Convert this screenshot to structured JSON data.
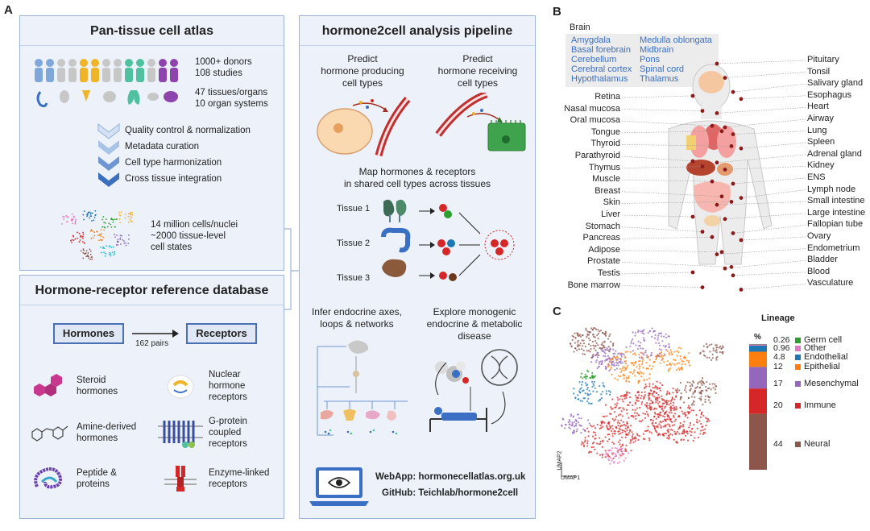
{
  "panels": {
    "a": "A",
    "b": "B",
    "c": "C"
  },
  "atlas": {
    "title": "Pan-tissue cell atlas",
    "stats1": [
      "1000+ donors",
      "108 studies"
    ],
    "stats2": [
      "47 tissues/organs",
      "10 organ systems"
    ],
    "steps": [
      "Quality control & normalization",
      "Metadata curation",
      "Cell type harmonization",
      "Cross tissue integration"
    ],
    "cells": [
      "14 million cells/nuclei",
      "~2000 tissue-level",
      "cell states"
    ]
  },
  "db": {
    "title": "Hormone-receptor reference database",
    "hormones": "Hormones",
    "receptors": "Receptors",
    "pairs": "162 pairs",
    "categories": {
      "steroid": [
        "Steroid",
        "hormones"
      ],
      "amine": [
        "Amine-derived",
        "hormones"
      ],
      "peptide": [
        "Peptide &",
        "proteins"
      ],
      "nuclear": [
        "Nuclear",
        "hormone",
        "receptors"
      ],
      "gpcr": [
        "G-protein",
        "coupled",
        "receptors"
      ],
      "enzyme": [
        "Enzyme-linked",
        "receptors"
      ]
    }
  },
  "pipeline": {
    "title": "hormone2cell analysis pipeline",
    "predict_producing": [
      "Predict",
      "hormone producing",
      "cell types"
    ],
    "predict_receiving": [
      "Predict",
      "hormone receiving",
      "cell types"
    ],
    "map": [
      "Map hormones & receptors",
      "in shared cell types across tissues"
    ],
    "tissues": [
      "Tissue 1",
      "Tissue 2",
      "Tissue 3"
    ],
    "infer": [
      "Infer endocrine axes,",
      "loops & networks"
    ],
    "explore": [
      "Explore monogenic",
      "endocrine & metabolic",
      "disease"
    ],
    "webapp": "WebApp: hormonecellatlas.org.uk",
    "github": "GitHub: Teichlab/hormone2cell"
  },
  "body_map": {
    "brain_title": "Brain",
    "brain_col1": [
      "Amygdala",
      "Basal forebrain",
      "Cerebellum",
      "Cerebral cortex",
      "Hypothalamus"
    ],
    "brain_col2": [
      "Medulla oblongata",
      "Midbrain",
      "Pons",
      "Spinal cord",
      "Thalamus"
    ],
    "left_organs": [
      "Retina",
      "Nasal mucosa",
      "Oral mucosa",
      "Tongue",
      "Thyroid",
      "Parathyroid",
      "Thymus",
      "Muscle",
      "Breast",
      "Skin",
      "Liver",
      "Stomach",
      "Pancreas",
      "Adipose",
      "Prostate",
      "Testis",
      "Bone marrow"
    ],
    "right_organs": [
      "Pituitary",
      "Tonsil",
      "Salivary gland",
      "Esophagus",
      "Heart",
      "Airway",
      "Lung",
      "Spleen",
      "Adrenal gland",
      "Kidney",
      "ENS",
      "Lymph node",
      "Small intestine",
      "Large intestine",
      "Fallopian tube",
      "Ovary",
      "Endometrium",
      "Bladder",
      "Blood",
      "Vasculature"
    ],
    "accent_text": "#3a6fc4",
    "dot_color": "#8b1a1a"
  },
  "umap": {
    "xlabel": "UMAP1",
    "ylabel": "UMAP2"
  },
  "chart_data": {
    "type": "bar",
    "title": "Lineage",
    "ylabel": "%",
    "stacked": true,
    "categories": [
      "Germ cell",
      "Other",
      "Endothelial",
      "Epithelial",
      "Mesenchymal",
      "Immune",
      "Neural"
    ],
    "values": [
      0.26,
      0.96,
      4.8,
      12,
      17,
      20,
      44
    ],
    "value_labels": [
      "0.26",
      "0.96",
      "4.8",
      "12",
      "17",
      "20",
      "44"
    ],
    "colors": [
      "#2ca02c",
      "#e377c2",
      "#1f77b4",
      "#ff7f0e",
      "#9467bd",
      "#d62728",
      "#8c564b"
    ]
  }
}
